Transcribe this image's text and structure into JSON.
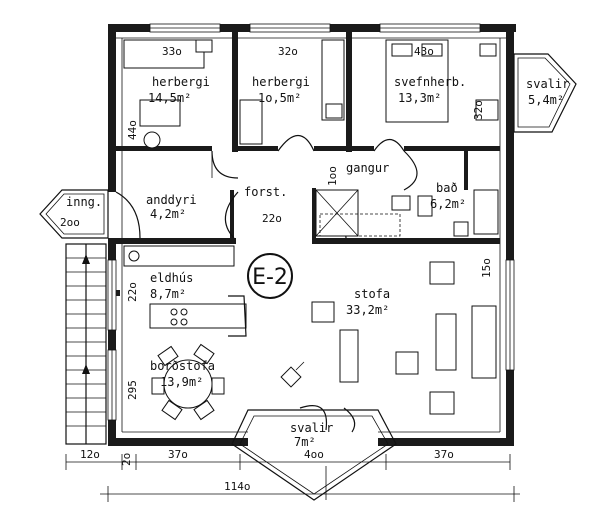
{
  "unit_id": "E-2",
  "rooms": {
    "herbergi1": {
      "name": "herbergi",
      "area": "14,5m²",
      "width": "33o",
      "depth": "44o"
    },
    "herbergi2": {
      "name": "herbergi",
      "area": "1o,5m²",
      "width": "32o"
    },
    "svefnherb": {
      "name": "svefnherb.",
      "area": "13,3m²",
      "width": "43o",
      "depth": "32o"
    },
    "svalir_east": {
      "name": "svalir",
      "area": "5,4m²"
    },
    "gangur": {
      "name": "gangur",
      "width": "1oo"
    },
    "forst": {
      "name": "forst.",
      "width": "22o"
    },
    "inng": {
      "name": "inng.",
      "width": "2oo"
    },
    "anddyri": {
      "name": "anddyri",
      "area": "4,2m²"
    },
    "bad": {
      "name": "bað",
      "area": "6,2m²"
    },
    "eldhus": {
      "name": "eldhús",
      "area": "8,7m²",
      "depth": "22o"
    },
    "stofa": {
      "name": "stofa",
      "area": "33,2m²",
      "depth": "15o"
    },
    "bordstofa": {
      "name": "borðstofa",
      "area": "13,9m²",
      "depth": "295"
    },
    "svalir_south": {
      "name": "svalir",
      "area": "7m²"
    }
  },
  "dimensions": {
    "bottom_segments": [
      "12o",
      "37o",
      "4oo",
      "37o"
    ],
    "total_width": "114o",
    "small_left": "2o"
  }
}
